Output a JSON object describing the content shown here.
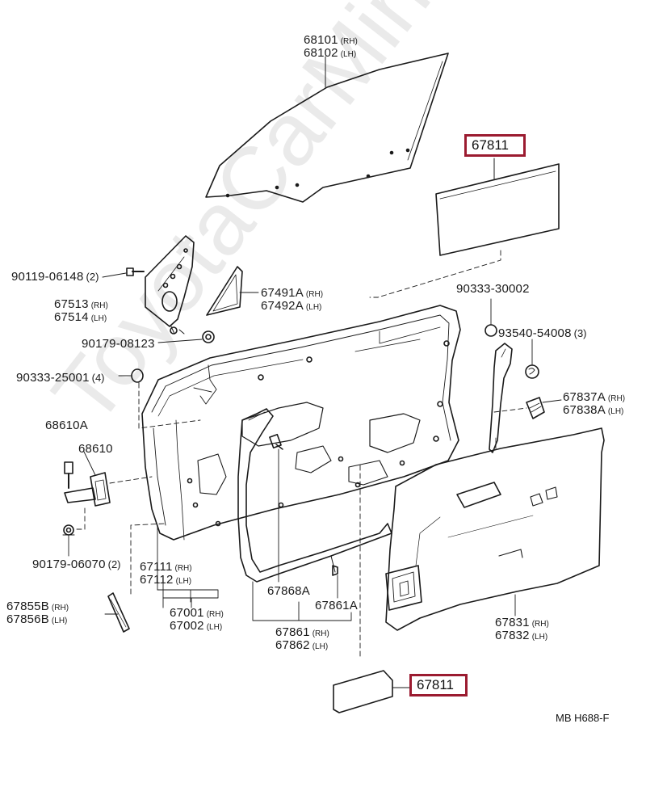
{
  "watermark": "ToyotaCarMine.ru",
  "diagram_code": "MB  H688-F",
  "highlight": {
    "border_color": "#9b1b30",
    "part": "67811"
  },
  "labels": {
    "l68101": {
      "pn": "68101",
      "sfx": "(RH)"
    },
    "l68102": {
      "pn": "68102",
      "sfx": "(LH)"
    },
    "l67811_top": {
      "pn": "67811"
    },
    "l67811_bottom": {
      "pn": "67811"
    },
    "l90119": {
      "pn": "90119-06148",
      "sfx": "(2)"
    },
    "l67513": {
      "pn": "67513",
      "sfx": "(RH)"
    },
    "l67514": {
      "pn": "67514",
      "sfx": "(LH)"
    },
    "l67491A": {
      "pn": "67491A",
      "sfx": "(RH)"
    },
    "l67492A": {
      "pn": "67492A",
      "sfx": "(LH)"
    },
    "l90333_30002": {
      "pn": "90333-30002"
    },
    "l93540": {
      "pn": "93540-54008",
      "sfx": "(3)"
    },
    "l90179_08123": {
      "pn": "90179-08123"
    },
    "l90333_25001": {
      "pn": "90333-25001",
      "sfx": "(4)"
    },
    "l67837A": {
      "pn": "67837A",
      "sfx": "(RH)"
    },
    "l67838A": {
      "pn": "67838A",
      "sfx": "(LH)"
    },
    "l68610A": {
      "pn": "68610A"
    },
    "l68610": {
      "pn": "68610"
    },
    "l90179_06070": {
      "pn": "90179-06070",
      "sfx": "(2)"
    },
    "l67111": {
      "pn": "67111",
      "sfx": "(RH)"
    },
    "l67112": {
      "pn": "67112",
      "sfx": "(LH)"
    },
    "l67855B": {
      "pn": "67855B",
      "sfx": "(RH)"
    },
    "l67856B": {
      "pn": "67856B",
      "sfx": "(LH)"
    },
    "l67868A": {
      "pn": "67868A"
    },
    "l67861A": {
      "pn": "67861A"
    },
    "l67001": {
      "pn": "67001",
      "sfx": "(RH)"
    },
    "l67002": {
      "pn": "67002",
      "sfx": "(LH)"
    },
    "l67861": {
      "pn": "67861",
      "sfx": "(RH)"
    },
    "l67862": {
      "pn": "67862",
      "sfx": "(LH)"
    },
    "l67831": {
      "pn": "67831",
      "sfx": "(RH)"
    },
    "l67832": {
      "pn": "67832",
      "sfx": "(LH)"
    }
  }
}
